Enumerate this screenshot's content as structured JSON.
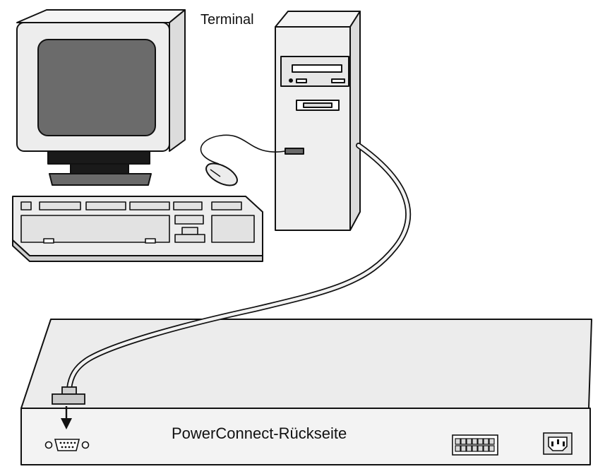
{
  "labels": {
    "terminal": "Terminal",
    "switch_rear": "PowerConnect-Rückseite"
  },
  "colors": {
    "outline": "#111111",
    "screen": "#6b6b6b",
    "panel": "#e9e9e9",
    "panel_light": "#f4f4f4",
    "key": "#e2e2e2",
    "stand": "#1a1a1a",
    "base": "#6a6a6a",
    "cable": "#f2f2f2"
  },
  "icons": {
    "monitor": "crt-monitor-icon",
    "tower": "pc-tower-icon",
    "keyboard": "keyboard-icon",
    "mouse": "mouse-icon",
    "cable": "serial-cable",
    "arrow": "arrow-down-icon",
    "console_port": "db9-serial-port-icon",
    "ethernet_ports": "rj45-port-block-icon",
    "power_socket": "power-socket-icon"
  }
}
